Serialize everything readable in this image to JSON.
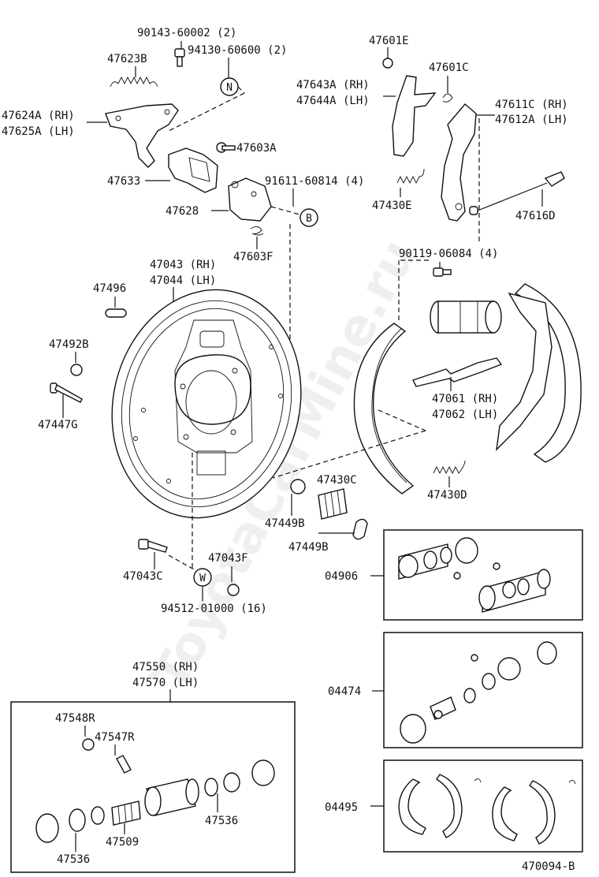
{
  "watermark": "ToyotaCarMine.ru",
  "diagram_id": "470094-B",
  "reference_markers": {
    "n": "N",
    "b": "B",
    "w": "W"
  },
  "labels": {
    "p90143": "90143-60002 (2)",
    "p94130": "94130-60600 (2)",
    "p47623b": "47623B",
    "p47624a": "47624A (RH)",
    "p47625a": "47625A (LH)",
    "p47603a": "47603A",
    "p47633": "47633",
    "p91611": "91611-60814 (4)",
    "p47628": "47628",
    "p47603f": "47603F",
    "p47043rh": "47043 (RH)",
    "p47044lh": "47044 (LH)",
    "p47496": "47496",
    "p47492b": "47492B",
    "p47447g": "47447G",
    "p47601e": "47601E",
    "p47601c": "47601C",
    "p47643a": "47643A (RH)",
    "p47644a": "47644A (LH)",
    "p47611c": "47611C (RH)",
    "p47612a": "47612A (LH)",
    "p47430e": "47430E",
    "p47616d": "47616D",
    "p90119": "90119-06084 (4)",
    "p47061": "47061 (RH)",
    "p47062": "47062 (LH)",
    "p47430c": "47430C",
    "p47430d": "47430D",
    "p47449b_1": "47449B",
    "p47449b_2": "47449B",
    "p47043c": "47043C",
    "p47043f": "47043F",
    "p94512": "94512-01000 (16)",
    "p04906": "04906",
    "p47550": "47550 (RH)",
    "p47570": "47570 (LH)",
    "p04474": "04474",
    "p47548r": "47548R",
    "p47547r": "47547R",
    "p47536_1": "47536",
    "p47509": "47509",
    "p47536_2": "47536",
    "p04495": "04495"
  }
}
